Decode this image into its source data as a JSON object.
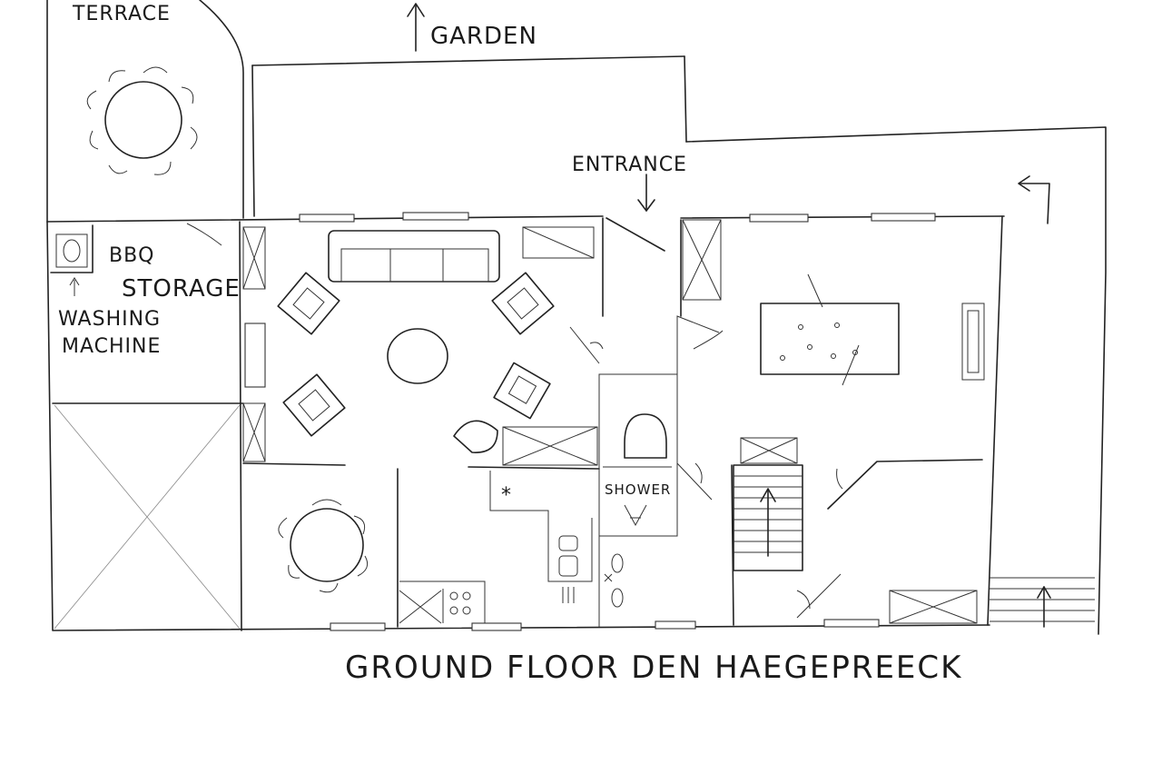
{
  "labels": {
    "terrace": "TERRACE",
    "garden": "GARDEN",
    "entrance": "ENTRANCE",
    "bbq": "BBQ",
    "storage": "STORAGE",
    "washing": "WASHING",
    "machine": "MACHINE",
    "shower": "SHOWER",
    "title": "GROUND FLOOR DEN HAEGEPREECK"
  }
}
